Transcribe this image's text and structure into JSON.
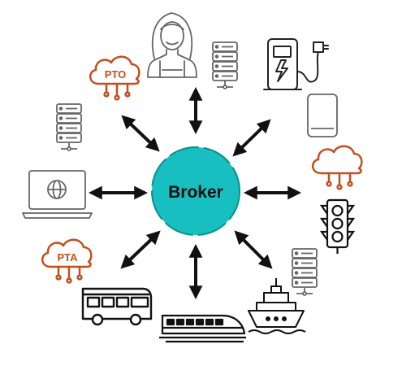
{
  "hub": {
    "label": "Broker",
    "fill": "#17BFC0",
    "stroke": "#0E8D8E"
  },
  "colors": {
    "cloud": "#C0501F",
    "line": "#111111",
    "icon_gray": "#666666"
  },
  "nodes": [
    {
      "name": "person-icon",
      "type": "person"
    },
    {
      "name": "server-icon-top",
      "type": "server"
    },
    {
      "name": "charging-station-icon",
      "type": "charger"
    },
    {
      "name": "mobile-device-icon",
      "type": "tablet"
    },
    {
      "name": "cloud-icon-right",
      "type": "cloud"
    },
    {
      "name": "traffic-light-icon",
      "type": "traffic-light"
    },
    {
      "name": "server-icon-bottom-right",
      "type": "server"
    },
    {
      "name": "ship-icon",
      "type": "ship"
    },
    {
      "name": "train-icon",
      "type": "train"
    },
    {
      "name": "bus-icon",
      "type": "bus"
    },
    {
      "name": "pta-cloud-icon",
      "type": "cloud",
      "label": "PTA"
    },
    {
      "name": "laptop-icon",
      "type": "laptop"
    },
    {
      "name": "server-icon-left",
      "type": "server"
    },
    {
      "name": "pto-cloud-icon",
      "type": "cloud",
      "label": "PTO"
    }
  ]
}
